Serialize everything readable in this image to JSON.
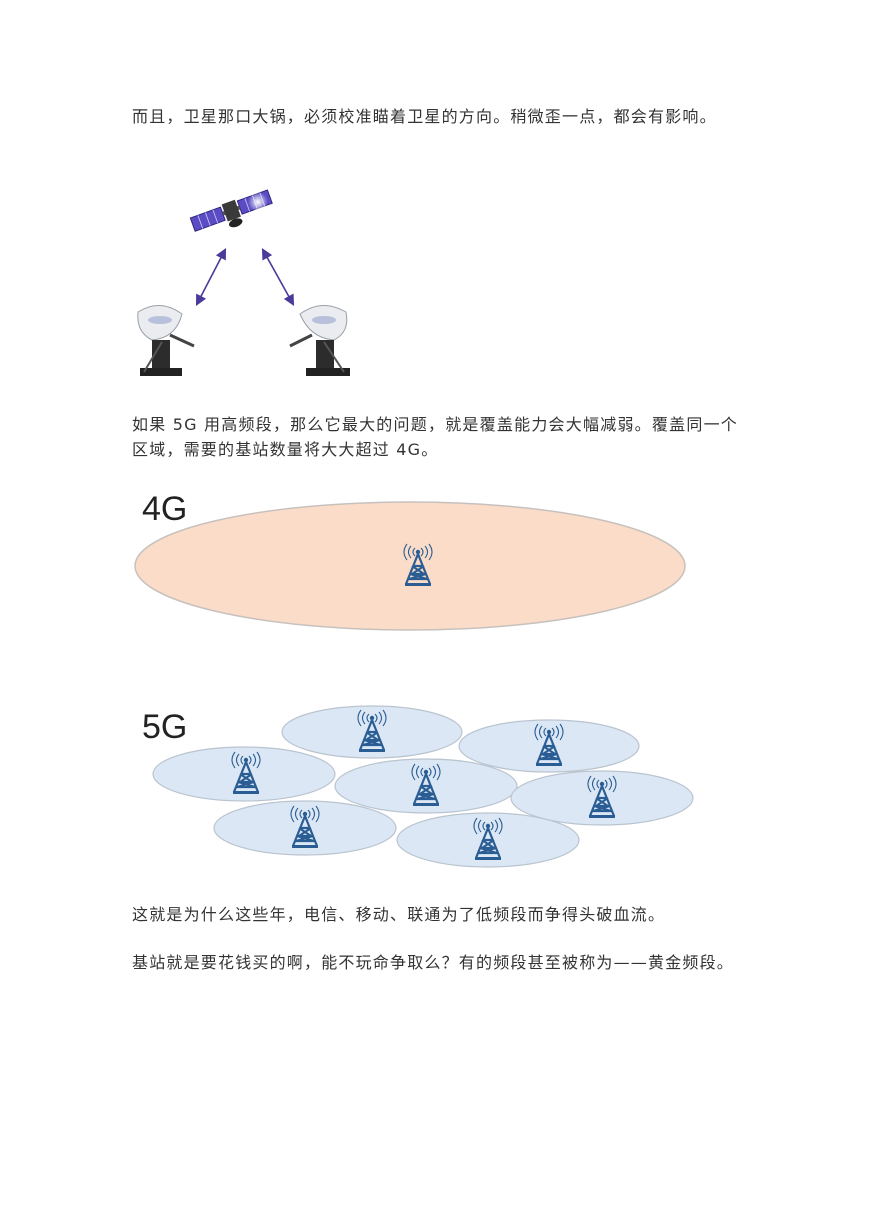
{
  "paragraphs": {
    "p1": "而且，卫星那口大锅，必须校准瞄着卫星的方向。稍微歪一点，都会有影响。",
    "p2": "如果 5G 用高频段，那么它最大的问题，就是覆盖能力会大幅减弱。覆盖同一个区域，需要的基站数量将大大超过 4G。",
    "p3": "这就是为什么这些年，电信、移动、联通为了低频段而争得头破血流。",
    "p4": "基站就是要花钱买的啊，能不玩命争取么？有的频段甚至被称为——黄金频段。"
  },
  "figure_coverage": {
    "label_4g": "4G",
    "label_5g": "5G",
    "cell_4g_count": 1,
    "cell_5g_count": 7
  },
  "colors": {
    "text": "#333333",
    "cell_4g_fill": "#fbdcc8",
    "cell_5g_fill": "#dbe7f4",
    "tower": "#2a5d93",
    "arrow": "#4a3a9a",
    "satellite_panel": "#5b4cc4"
  }
}
